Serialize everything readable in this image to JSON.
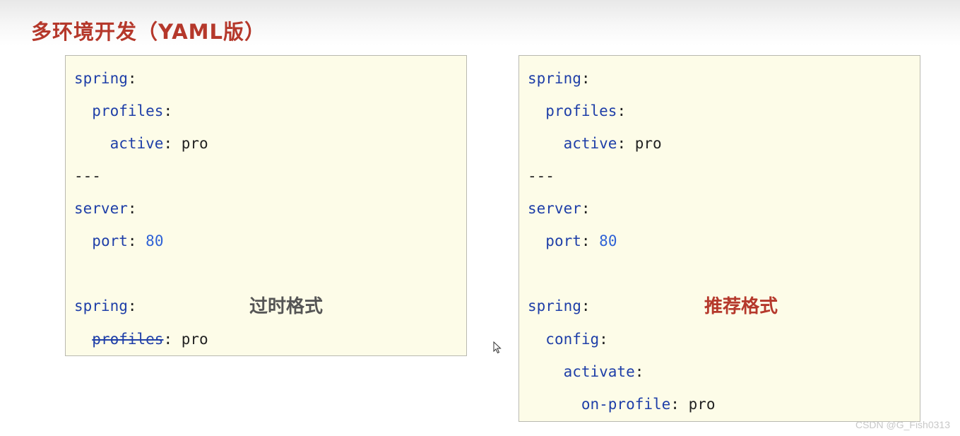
{
  "title": "多环境开发（YAML版）",
  "left_box": {
    "label": "过时格式",
    "lines": [
      {
        "key": "spring",
        "sep": ":",
        "value": ""
      },
      {
        "key": "profiles",
        "sep": ":",
        "value": ""
      },
      {
        "key": "active",
        "sep": ":",
        "value": " pro"
      },
      {
        "text": "---"
      },
      {
        "key": "server",
        "sep": ":",
        "value": ""
      },
      {
        "key": "port",
        "sep": ":",
        "value": " 80"
      },
      {
        "key": "spring",
        "sep": ":",
        "value": ""
      },
      {
        "key": "profiles",
        "sep": ":",
        "value": " pro"
      }
    ]
  },
  "right_box": {
    "label": "推荐格式",
    "lines": [
      {
        "key": "spring",
        "sep": ":",
        "value": ""
      },
      {
        "key": "profiles",
        "sep": ":",
        "value": ""
      },
      {
        "key": "active",
        "sep": ":",
        "value": " pro"
      },
      {
        "text": "---"
      },
      {
        "key": "server",
        "sep": ":",
        "value": ""
      },
      {
        "key": "port",
        "sep": ":",
        "value": " 80"
      },
      {
        "key": "spring",
        "sep": ":",
        "value": ""
      },
      {
        "key": "config",
        "sep": ":",
        "value": ""
      },
      {
        "key": "activate",
        "sep": ":",
        "value": ""
      },
      {
        "key": "on-profile",
        "sep": ":",
        "value": " pro"
      }
    ]
  },
  "watermark": "CSDN @G_Fish0313",
  "colors": {
    "title": "#b5382b",
    "yaml_key": "#1f3fa8",
    "yaml_number": "#2f62d6",
    "box_background": "#fdfce8",
    "recommended_label": "#b5382b",
    "deprecated_label": "#555555"
  },
  "icons": {
    "cursor": "mouse-pointer-icon"
  }
}
